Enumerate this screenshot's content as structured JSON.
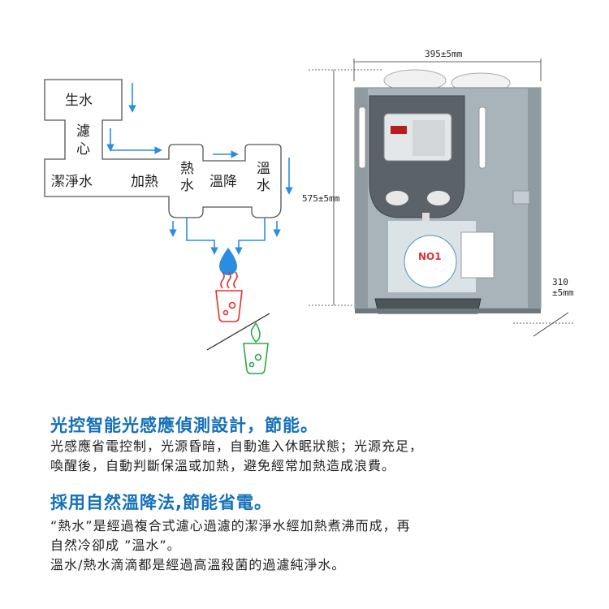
{
  "diagram": {
    "raw_water": "生水",
    "filter_core": [
      "濾",
      "心"
    ],
    "purified_water": "潔淨水",
    "heating": "加熱",
    "hot_water": [
      "熱",
      "水"
    ],
    "cooling": "溫降",
    "warm_water": [
      "溫",
      "水"
    ],
    "arrow_color": "#2a8de0",
    "hot_icon_color": "#e53030",
    "warm_icon_color": "#2ea84a"
  },
  "product": {
    "width_label": "395±5mm",
    "height_label": "575±5mm",
    "depth_label": [
      "310",
      "±5mm"
    ]
  },
  "section1": {
    "heading": "光控智能光感應偵測設計，節能。",
    "lines": [
      "光感應省電控制，光源昏暗，自動進入休眠狀態；光源充足，",
      "喚醒後，自動判斷保溫或加熱，避免經常加熱造成浪費。"
    ]
  },
  "section2": {
    "heading": "採用自然溫降法,節能省電。",
    "lines": [
      "“熱水”是經過複合式濾心過濾的潔淨水經加熱煮沸而成，再",
      "自然冷卻成 ”溫水”。",
      "溫水/熱水滴滴都是經過高溫殺菌的過濾純淨水。"
    ]
  },
  "colors": {
    "accent": "#1470b9"
  }
}
